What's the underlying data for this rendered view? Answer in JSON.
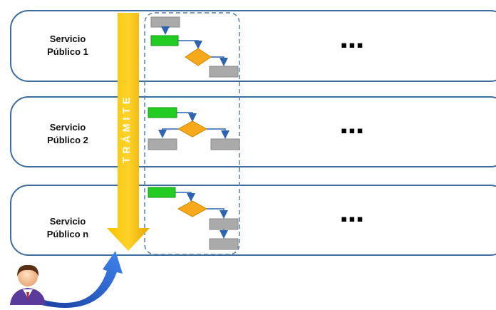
{
  "lanes": [
    {
      "label": "Servicio\nPúblico 1",
      "ellipsis": "▪▪▪"
    },
    {
      "label": "Servicio\nPúblico 2",
      "ellipsis": "▪▪▪"
    },
    {
      "label": "Servicio\nPúblico n",
      "ellipsis": "▪▪▪"
    }
  ],
  "tramite_label": "TRÁMITE",
  "colors": {
    "lane_border": "#3d6d9c",
    "arrow_gold": "#f0b400",
    "step_green": "#22cc22",
    "step_gray": "#aaaaaa",
    "decision_orange": "#f7a91c",
    "user_arrow_blue": "#1f57c8"
  },
  "icons": [
    "user-icon",
    "curved-arrow-icon"
  ]
}
